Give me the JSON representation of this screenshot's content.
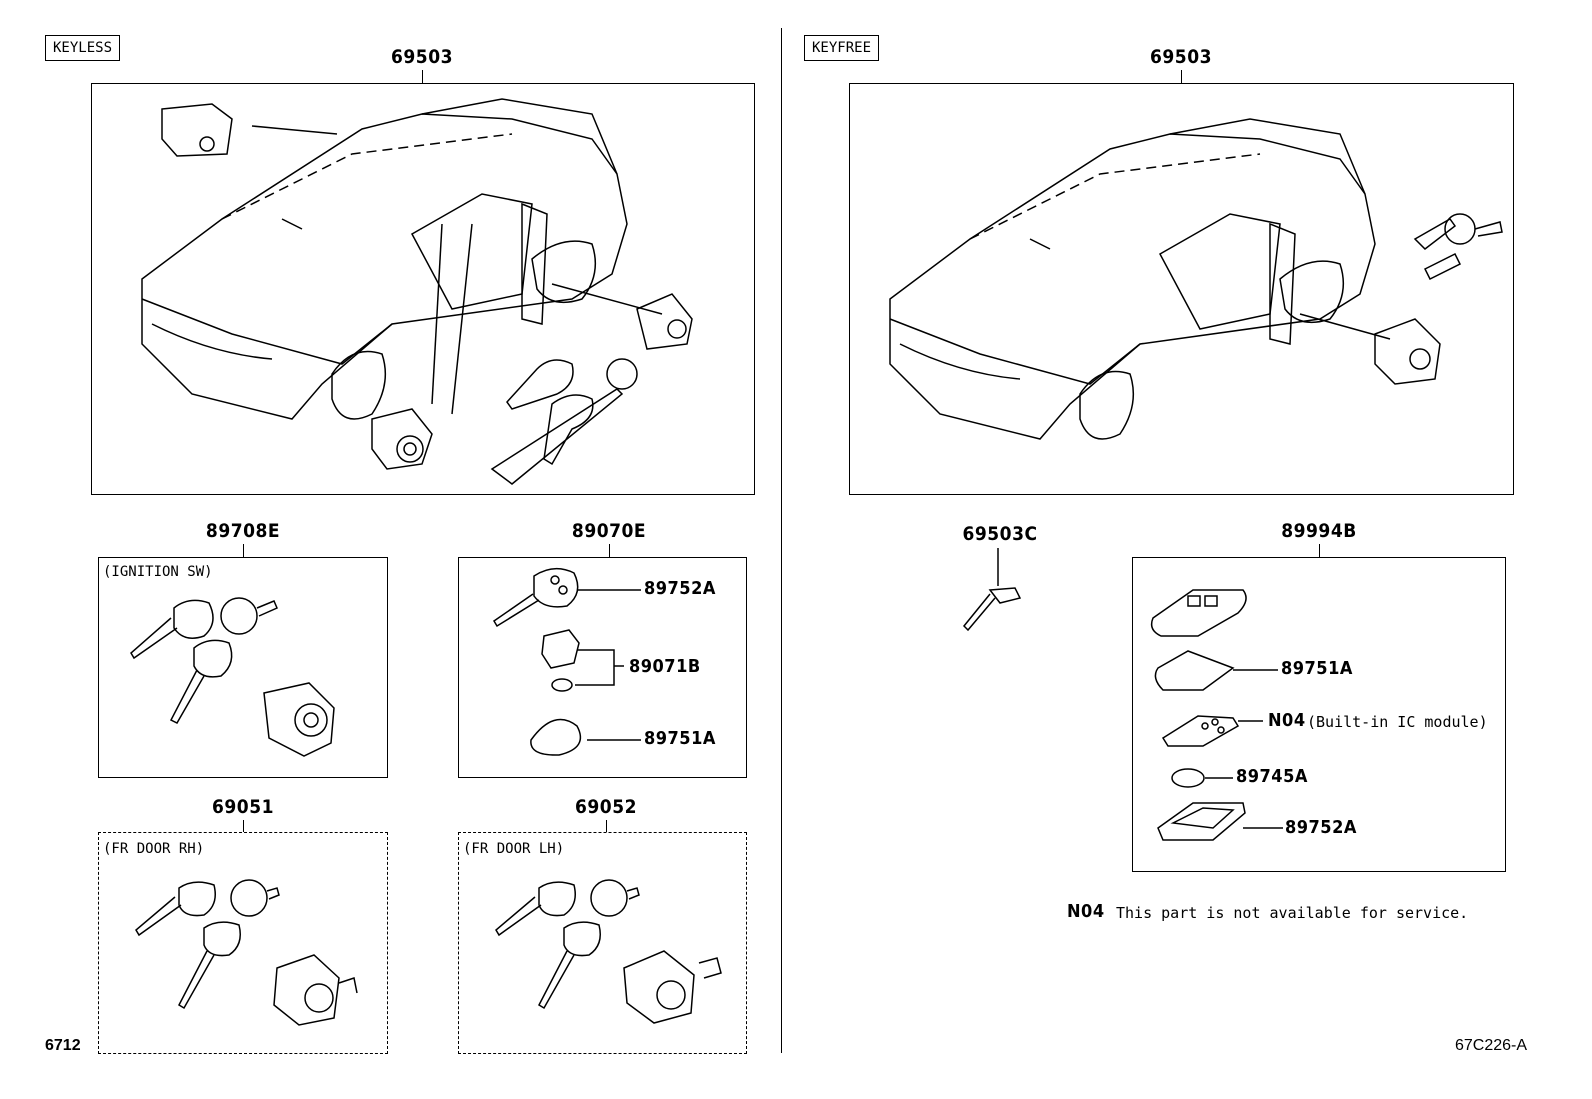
{
  "left": {
    "tag": "KEYLESS",
    "main_part": "69503",
    "sub_parts": [
      {
        "number": "89708E",
        "caption": "(IGNITION SW)"
      },
      {
        "number": "89070E",
        "caption": "",
        "callouts": [
          "89752A",
          "89071B",
          "89751A"
        ]
      },
      {
        "number": "69051",
        "caption": "(FR DOOR RH)"
      },
      {
        "number": "69052",
        "caption": "(FR DOOR LH)"
      }
    ]
  },
  "right": {
    "tag": "KEYFREE",
    "main_part": "69503",
    "sub_parts": [
      {
        "number": "69503C"
      },
      {
        "number": "89994B",
        "callouts": [
          "89751A",
          "N04",
          "(Built-in IC module)",
          "89745A",
          "89752A"
        ]
      }
    ],
    "note": {
      "code": "N04",
      "text": "This part is not available for service."
    }
  },
  "footer": {
    "left_code": "6712",
    "right_code": "67C226-A"
  }
}
